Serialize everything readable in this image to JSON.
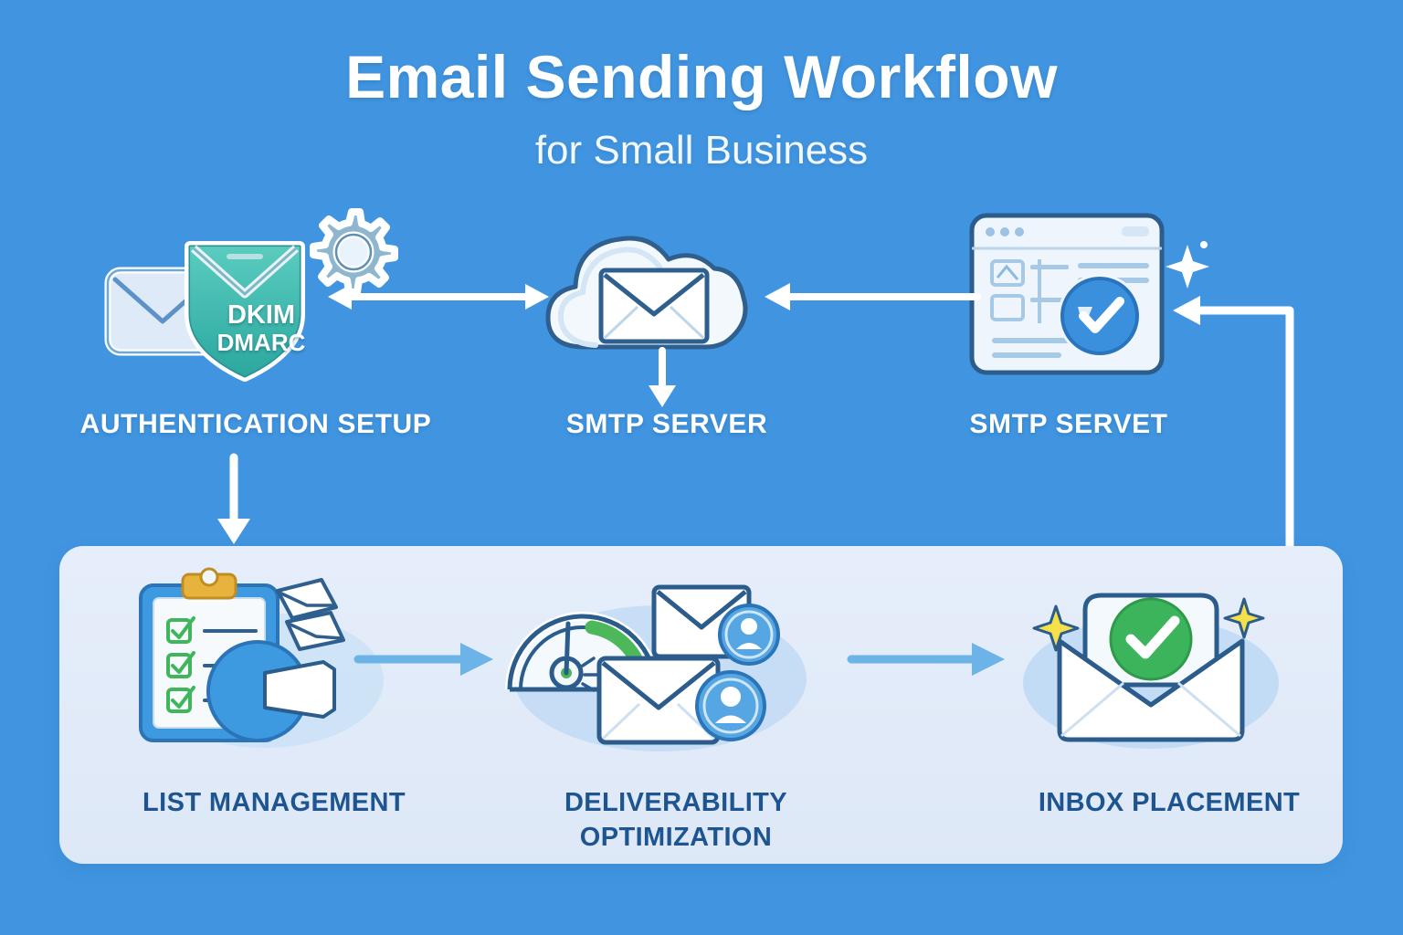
{
  "header": {
    "title": "Email Sending Workflow",
    "subtitle": "for Small Business"
  },
  "colors": {
    "background": "#4195e0",
    "panel": "#e3ecfa",
    "top_label_text": "#ffffff",
    "bottom_label_text": "#1e5590",
    "arrow_white": "#ffffff",
    "arrow_blue": "#6cb3e8",
    "shield_teal": "#3cb7ac",
    "check_green": "#3fb65a",
    "clip_yellow": "#e8b33c",
    "badge_blue": "#3a90dd",
    "sparkle_yellow": "#f5e04a"
  },
  "top_row": {
    "nodes": [
      {
        "id": "authentication-setup",
        "label": "AUTHENTICATION SETUP",
        "icons": [
          "envelope-icon",
          "shield-icon",
          "gear-icon"
        ],
        "shield_text_line1": "DKIM",
        "shield_text_line2": "DMARC"
      },
      {
        "id": "smtp-server",
        "label": "SMTP SERVER",
        "icons": [
          "cloud-icon",
          "envelope-icon"
        ]
      },
      {
        "id": "smtp-servet",
        "label": "SMTP SERVET",
        "icons": [
          "browser-window-icon",
          "verified-badge-icon",
          "sparkle-icon"
        ]
      }
    ]
  },
  "bottom_row": {
    "nodes": [
      {
        "id": "list-management",
        "label": "LIST MANAGEMENT",
        "icons": [
          "clipboard-checklist-icon",
          "envelope-icon",
          "megaphone-icon"
        ],
        "checklist_items": 3
      },
      {
        "id": "deliverability-optimization",
        "label_line1": "DELIVERABILITY",
        "label_line2": "OPTIMIZATION",
        "icons": [
          "gauge-icon",
          "envelope-icon",
          "user-avatar-icon"
        ]
      },
      {
        "id": "inbox-placement",
        "label": "INBOX PLACEMENT",
        "icons": [
          "open-envelope-icon",
          "check-circle-icon",
          "sparkle-icon"
        ]
      }
    ]
  },
  "connectors": [
    {
      "id": "auth-to-smtp",
      "type": "double-arrow-horizontal",
      "color": "#ffffff"
    },
    {
      "id": "servet-to-smtp",
      "type": "arrow-left",
      "color": "#ffffff"
    },
    {
      "id": "smtp-down",
      "type": "arrow-down",
      "color": "#ffffff"
    },
    {
      "id": "auth-down-to-panel",
      "type": "arrow-down",
      "color": "#ffffff"
    },
    {
      "id": "list-to-deliverability",
      "type": "arrow-right",
      "color": "#6cb3e8"
    },
    {
      "id": "deliverability-to-inbox",
      "type": "arrow-right",
      "color": "#6cb3e8"
    },
    {
      "id": "inbox-feedback-to-servet",
      "type": "elbow-arrow-up-left",
      "color": "#ffffff"
    }
  ]
}
